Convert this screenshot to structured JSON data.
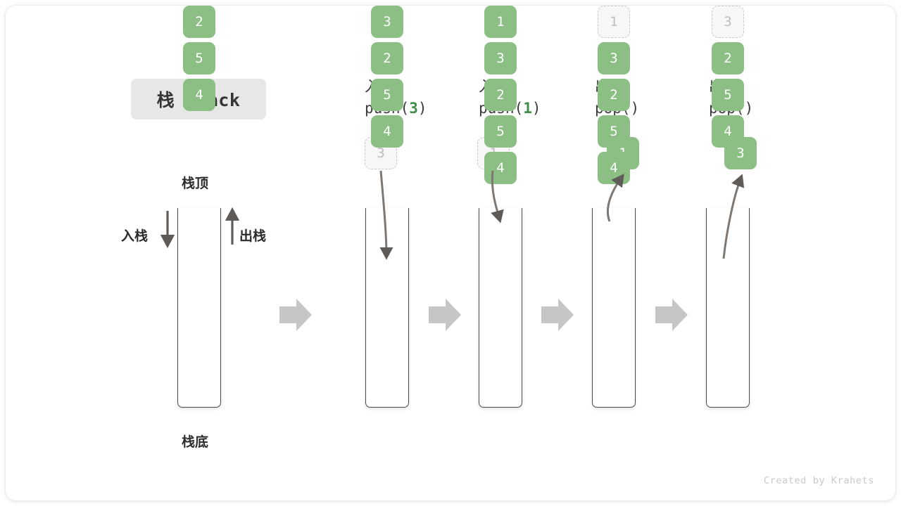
{
  "title": {
    "badge": "栈 Stack"
  },
  "legend": {
    "top_label": "栈顶",
    "bottom_label": "栈底",
    "push_label": "入栈",
    "pop_label": "出栈"
  },
  "footer": {
    "credit": "Created by Krahets"
  },
  "colors": {
    "block_green": "#8bbf84",
    "ghost_fill": "#f7f7f7",
    "ghost_border": "#c9c9c9",
    "arrow_gray": "#5f5b58",
    "flow_arrow_gray": "#c6c6c6",
    "badge_bg": "#e7e7e7",
    "container_border": "#4a4a4a"
  },
  "columns": [
    {
      "id": "initial",
      "heading_cn": "",
      "heading_code": "",
      "blocks": [
        "2",
        "5",
        "4"
      ],
      "float_block": null
    },
    {
      "id": "push-3",
      "heading_cn": "入栈",
      "heading_code": "push(",
      "heading_arg": "3",
      "heading_code_end": ")",
      "blocks": [
        "3",
        "2",
        "5",
        "4"
      ],
      "float_block": {
        "value": "3",
        "style": "ghost"
      }
    },
    {
      "id": "push-1",
      "heading_cn": "入栈",
      "heading_code": "push(",
      "heading_arg": "1",
      "heading_code_end": ")",
      "blocks": [
        "1",
        "3",
        "2",
        "5",
        "4"
      ],
      "float_block": {
        "value": "1",
        "style": "ghost"
      }
    },
    {
      "id": "pop-1",
      "heading_cn": "出栈",
      "heading_code": "pop(",
      "heading_arg": "",
      "heading_code_end": ")",
      "blocks": [
        "1",
        "3",
        "2",
        "5",
        "4"
      ],
      "ghost_top": true,
      "float_block": {
        "value": "1",
        "style": "solid"
      }
    },
    {
      "id": "pop-3",
      "heading_cn": "出栈",
      "heading_code": "pop(",
      "heading_arg": "",
      "heading_code_end": ")",
      "blocks": [
        "3",
        "2",
        "5",
        "4"
      ],
      "ghost_top": true,
      "float_block": {
        "value": "3",
        "style": "solid"
      }
    }
  ]
}
